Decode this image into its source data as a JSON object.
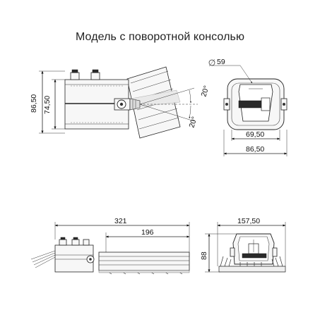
{
  "title": "Модель с поворотной консолью",
  "top_view": {
    "height_outer": "86,50",
    "height_inner": "74,50",
    "angle_up": "20°",
    "angle_down": "20°"
  },
  "front_view": {
    "diameter": "59",
    "width_inner": "69,50",
    "width_outer": "86,50"
  },
  "side_view": {
    "length_total": "321",
    "length_radiator": "196"
  },
  "end_view": {
    "width": "157,50",
    "height": "88"
  }
}
